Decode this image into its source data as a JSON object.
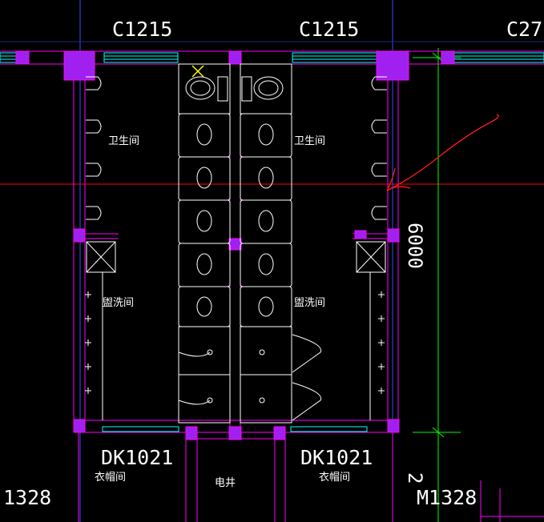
{
  "window_labels": {
    "top_left": "C1215",
    "top_center": "C1215",
    "top_right": "C27"
  },
  "door_labels": {
    "left": "DK1021",
    "right": "DK1021",
    "far_left": "1328",
    "far_right": "M1328"
  },
  "room_labels": {
    "toilet_left": "卫生间",
    "toilet_right": "卫生间",
    "wash_left": "盥洗间",
    "wash_right": "盥洗间",
    "cloak_left": "衣帽间",
    "cloak_right": "衣帽间",
    "shaft": "电井"
  },
  "dimensions": {
    "vertical": "6000",
    "bottom_partial": "2"
  },
  "colors": {
    "background": "#000000",
    "wall": "#ff00ff",
    "column": "#a020f0",
    "window": "#00ffff",
    "axis_red": "#ff0000",
    "axis_green": "#00ff00",
    "axis_blue": "#0000ff",
    "fixture": "#ffffff",
    "marker": "#ffff00"
  }
}
